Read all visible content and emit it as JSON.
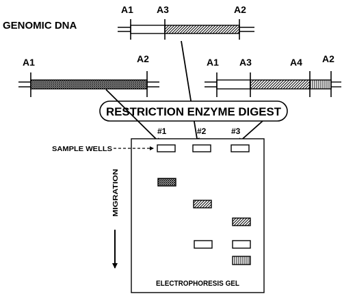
{
  "title": "GENOMIC DNA",
  "genomic": {
    "labels": [
      "A1",
      "A3",
      "A2"
    ]
  },
  "allele_left": {
    "labels": [
      "A1",
      "A2"
    ]
  },
  "allele_right": {
    "labels": [
      "A1",
      "A3",
      "A4",
      "A2"
    ]
  },
  "digest_label": "RESTRICTION ENZYME DIGEST",
  "lanes": [
    "#1",
    "#2",
    "#3"
  ],
  "sample_wells_label": "SAMPLE WELLS",
  "migration_label": "MIGRATION",
  "gel_label": "ELECTROPHORESIS GEL",
  "colors": {
    "ink": "#000000",
    "background": "#ffffff"
  }
}
